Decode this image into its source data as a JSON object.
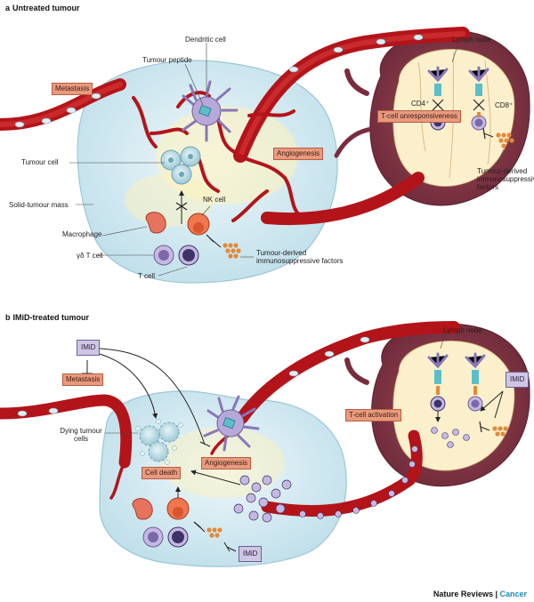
{
  "panel_a": {
    "letter": "a",
    "title": "Untreated tumour",
    "labels": {
      "lymph_node": "Lymph node",
      "dendritic_cell": "Dendritic cell",
      "tumour_peptide": "Tumour peptide",
      "metastasis": "Metastasis",
      "cd4": "CD4⁺",
      "cd8": "CD8⁺",
      "t_cell_unresponsiveness": "T-cell unresponsiveness",
      "angiogenesis": "Angiogenesis",
      "tumour_cell": "Tumour cell",
      "nk_cell": "NK cell",
      "solid_tumour_mass": "Solid-tumour mass",
      "macrophage": "Macrophage",
      "gd_t_cell": "γδ T cell",
      "t_cell": "T cell",
      "tumour_derived_factors": "Tumour-derived immunosuppressive factors",
      "ln_factors": "Tumour-derived immunosuppressive factors"
    }
  },
  "panel_b": {
    "letter": "b",
    "title": "IMiD-treated tumour",
    "labels": {
      "lymph_node": "Lymph node",
      "imid_left": "IMiD",
      "metastasis": "Metastasis",
      "imid_right": "IMiD",
      "t_cell_activation": "T-cell activation",
      "dying_tumour_cells": "Dying tumour cells",
      "angiogenesis": "Angiogenesis",
      "cell_death": "Cell death",
      "imid_bottom": "IMiD"
    }
  },
  "credit": {
    "journal": "Nature Reviews",
    "separator": " | ",
    "section": "Cancer"
  },
  "colors": {
    "vessel": "#b3141a",
    "vessel_dark": "#7d0c10",
    "tumour_fill": "#d6ecf3",
    "tumour_edge": "#8cbfd3",
    "node_outer": "#8a3c4b",
    "node_inner": "#fdf4d6",
    "label_box": "#e99a7e",
    "imid_box": "#cfc6e4"
  }
}
